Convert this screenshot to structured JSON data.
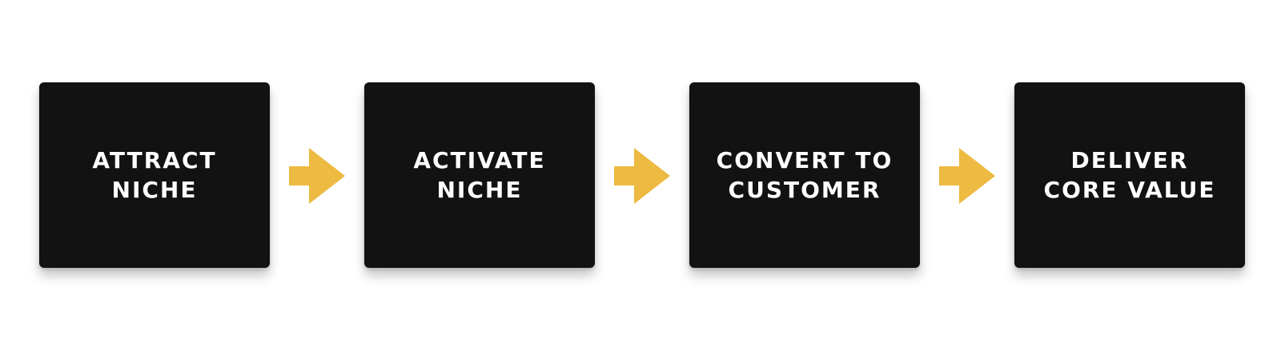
{
  "colors": {
    "box": "#121212",
    "text": "#ffffff",
    "arrow": "#EDBA42"
  },
  "steps": [
    {
      "label": "ATTRACT\nNICHE"
    },
    {
      "label": "ACTIVATE\nNICHE"
    },
    {
      "label": "CONVERT TO\nCUSTOMER"
    },
    {
      "label": "DELIVER\nCORE VALUE"
    }
  ],
  "connectors": [
    {
      "icon": "right-arrow-icon"
    },
    {
      "icon": "right-arrow-icon"
    },
    {
      "icon": "right-arrow-icon"
    }
  ]
}
